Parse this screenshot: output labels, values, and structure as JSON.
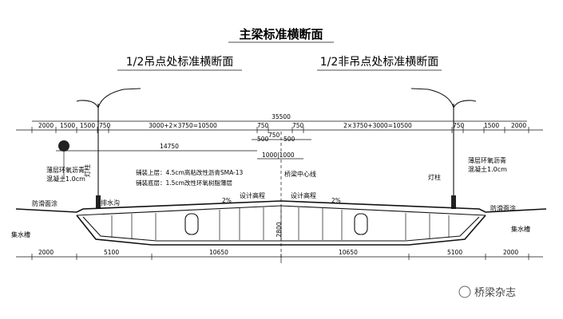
{
  "title": "主梁标准横断面",
  "left_subtitle": "1/2吊点处标准横断面",
  "right_subtitle": "1/2非吊点处标准横断面",
  "top_dims": {
    "total": "35500",
    "row": [
      "2000",
      "1500",
      "1500",
      "750",
      "3000+2×3750=10500",
      "750",
      "750",
      "2×3750+3000=10500",
      "750",
      "1500",
      "2000"
    ],
    "mid_a": "750",
    "mid_b": "500",
    "mid_c": "500",
    "left_span": "14750",
    "center_pair": "1000|1000"
  },
  "bottom_dims": [
    "2000",
    "5100",
    "10650",
    "10650",
    "5100",
    "2000"
  ],
  "height_dim": "2800",
  "labels": {
    "left_coat": "薄层环氧沥青",
    "left_coat2": "混凝土1.0cm",
    "lamp_left": "灯柱",
    "pave_top": "铺装上层：4.5cm高粘改性沥青SMA-13",
    "pave_bot": "铺装底层：1.5cm改性环氧树脂薄层",
    "bridge_cl": "桥梁中心线",
    "design_l": "设计高程",
    "design_r": "设计高程",
    "slope_l": "2%",
    "slope_r": "2%",
    "drain": "排水沟",
    "antislip_l": "防滑面涂",
    "water_l": "集水槽",
    "right_coat": "薄层环氧沥青",
    "right_coat2": "混凝土1.0cm",
    "lamp_right": "灯柱",
    "antislip_r": "防滑面涂",
    "water_r": "集水槽"
  },
  "watermark": "桥梁杂志"
}
